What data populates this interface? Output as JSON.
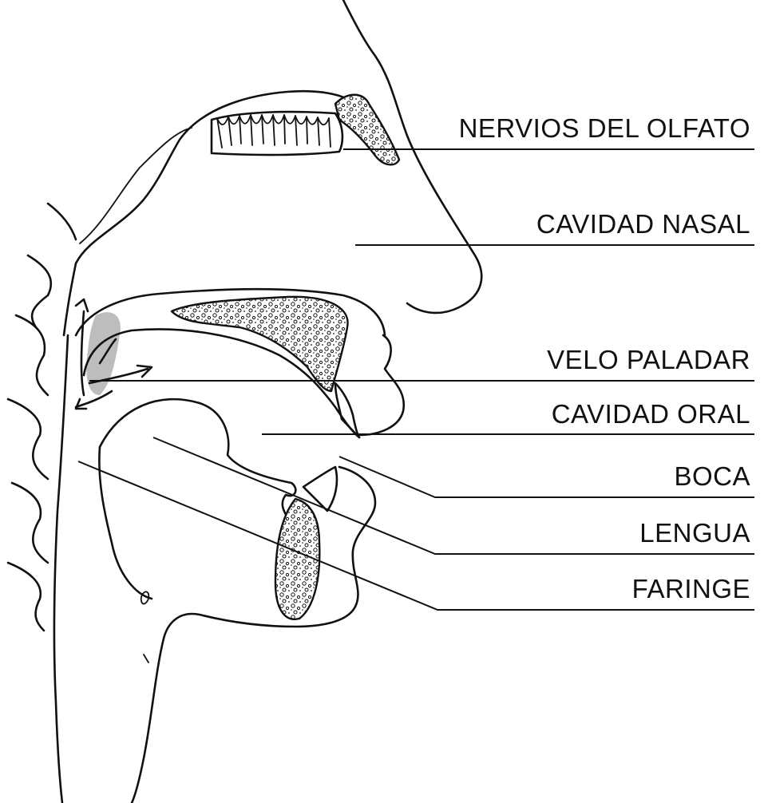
{
  "diagram": {
    "labels": [
      {
        "id": "nervios-del-olfato",
        "text": "NERVIOS DEL OLFATO"
      },
      {
        "id": "cavidad-nasal",
        "text": "CAVIDAD NASAL"
      },
      {
        "id": "velo-paladar",
        "text": "VELO PALADAR"
      },
      {
        "id": "cavidad-oral",
        "text": "CAVIDAD ORAL"
      },
      {
        "id": "boca",
        "text": "BOCA"
      },
      {
        "id": "lengua",
        "text": "LENGUA"
      },
      {
        "id": "faringe",
        "text": "FARINGE"
      }
    ],
    "colors": {
      "ink": "#111111",
      "background": "#ffffff",
      "shade": "#bdbdbd"
    }
  }
}
